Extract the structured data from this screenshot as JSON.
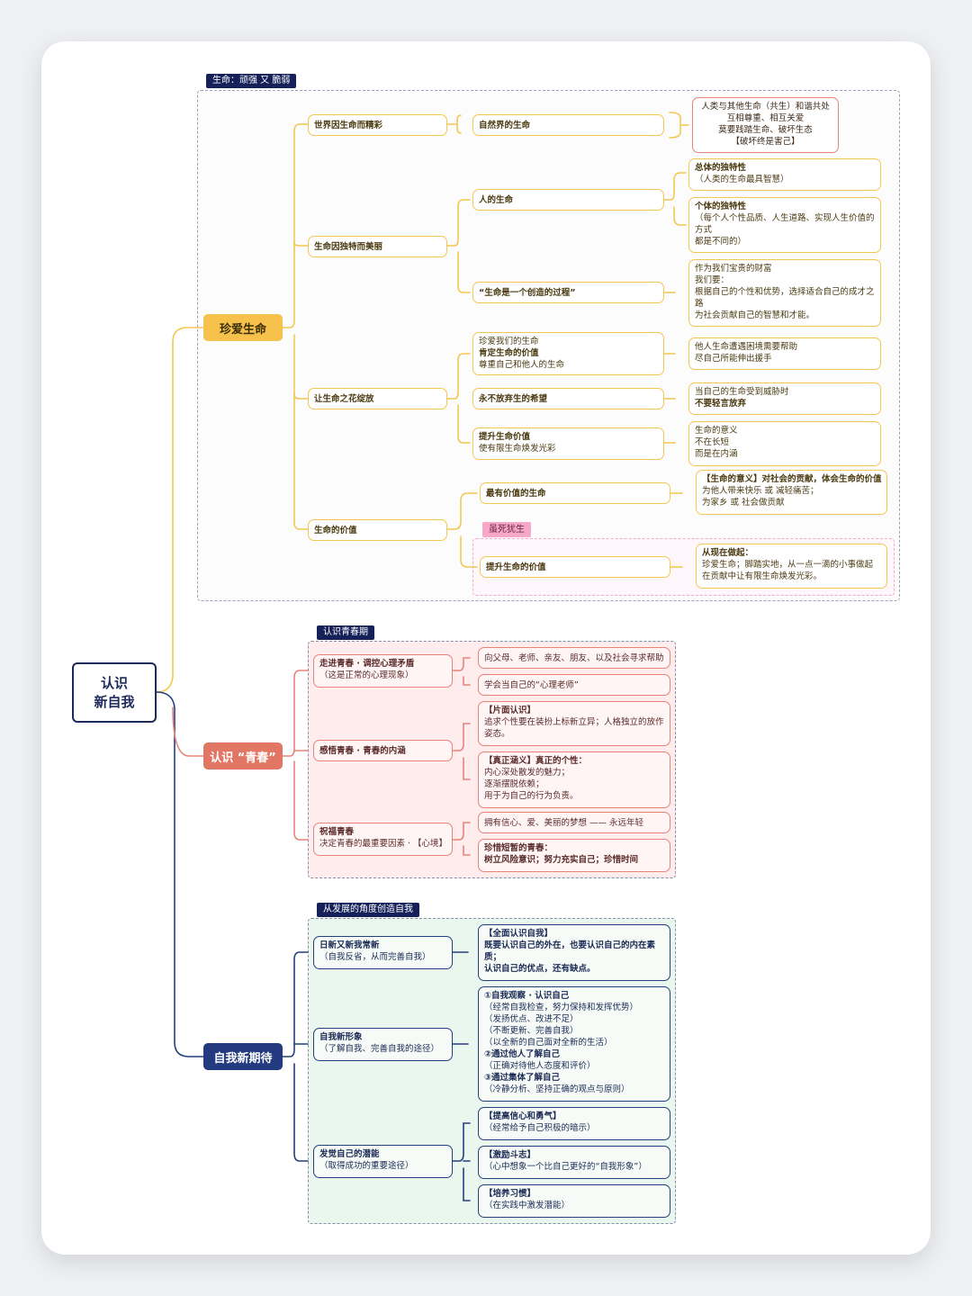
{
  "root": {
    "line1": "认识",
    "line2": "新自我"
  },
  "colors": {
    "yellow": "#f4c750",
    "salmon": "#e8837a",
    "navy": "#243f7e",
    "pink": "#f7a8c8"
  },
  "s1": {
    "title": "珍爱生命",
    "region_tag": "生命：顽强 又 脆弱",
    "b1": {
      "label": "世界因生命而精彩",
      "sub": "自然界的生命",
      "note": [
        "人类与其他生命（共生）和谐共处",
        "互相尊重、相互关爱",
        "莫要践踏生命、破坏生态",
        "【破坏终是害己】"
      ]
    },
    "b2": {
      "label": "生命因独特而美丽",
      "c1": {
        "label": "人的生命",
        "n1": [
          "总体的独特性",
          "（人类的生命最具智慧）"
        ],
        "n2": [
          "个体的独特性",
          "（每个人个性品质、人生道路、实现人生价值的",
          "方式",
          "都是不同的）"
        ]
      },
      "c2": {
        "label": "“生命是一个创造的过程”",
        "n1": [
          "作为我们宝贵的财富",
          "我们要：",
          "根据自己的个性和优势，选择适合自己的成才之",
          "路",
          "为社会贡献自己的智慧和才能。"
        ]
      }
    },
    "b3": {
      "label": "让生命之花绽放",
      "c1": {
        "lines": [
          "珍爱我们的生命",
          "肯定生命的价值",
          "尊重自己和他人的生命"
        ],
        "note": [
          "他人生命遭遇困境需要帮助",
          "尽自己所能伸出援手"
        ]
      },
      "c2": {
        "label": "永不放弃生的希望",
        "note": [
          "当自己的生命受到威胁时",
          "不要轻言放弃"
        ]
      },
      "c3": {
        "lines": [
          "提升生命价值",
          "使有限生命焕发光彩"
        ],
        "note": [
          "生命的意义",
          "不在长短",
          "而是在内涵"
        ]
      }
    },
    "b4": {
      "label": "生命的价值",
      "c1": {
        "label": "最有价值的生命",
        "note": [
          "【生命的意义】对社会的贡献，体会生命的价值",
          "为他人带来快乐 或 减轻痛苦；",
          "为家乡 或 社会做贡献"
        ]
      },
      "tag": "虽死犹生",
      "c2": {
        "label": "提升生命的价值",
        "note": [
          "从现在做起：",
          "珍爱生命；脚踏实地，从一点一滴的小事做起",
          "在贡献中让有限生命焕发光彩。"
        ]
      }
    }
  },
  "s2": {
    "title": "认识 “青春”",
    "region_tag": "认识青春期",
    "b1": {
      "lines": [
        "走进青春 · 调控心理矛盾",
        "（这是正常的心理现象）"
      ],
      "n1": "向父母、老师、亲友、朋友、以及社会寻求帮助",
      "n2": "学会当自己的“心理老师”"
    },
    "b2": {
      "label": "感悟青春 · 青春的内涵",
      "n1": [
        "【片面认识】",
        "追求个性要在装扮上标新立异；人格独立的放作",
        "姿态。"
      ],
      "n2": [
        "【真正涵义】真正的个性：",
        "内心深处散发的魅力；",
        "逐渐摆脱依赖；",
        "用于为自己的行为负责。"
      ]
    },
    "b3": {
      "lines": [
        "祝福青春",
        "决定青春的最重要因素 · 【心境】"
      ],
      "n1": "拥有信心、爱、美丽的梦想 —— 永远年轻",
      "n2": [
        "珍惜短暂的青春：",
        "树立风险意识；努力充实自己；珍惜时间"
      ]
    }
  },
  "s3": {
    "title": "自我新期待",
    "region_tag": "从发展的角度创造自我",
    "b1": {
      "lines": [
        "日新又新我常新",
        "（自我反省，从而完善自我）"
      ],
      "note": [
        "【全面认识自我】",
        "既要认识自己的外在，也要认识自己的内在素",
        "质；",
        "认识自己的优点，还有缺点。"
      ]
    },
    "b2": {
      "lines": [
        "自我新形象",
        "（了解自我、完善自我的途径）"
      ],
      "note": [
        "①自我观察 · 认识自己",
        "（经常自我检查，努力保持和发挥优势）",
        "（发扬优点、改进不足）",
        "（不断更新、完善自我）",
        "（以全新的自己面对全新的生活）",
        "②通过他人了解自己",
        "（正确对待他人态度和评价）",
        "③通过集体了解自己",
        "（冷静分析、坚持正确的观点与原则）"
      ]
    },
    "b3": {
      "lines": [
        "发觉自己的潜能",
        "（取得成功的重要途径）"
      ],
      "n1": [
        "【提高信心和勇气】",
        "（经常给予自己积极的暗示）"
      ],
      "n2": [
        "【激励斗志】",
        "（心中想象一个比自己更好的“自我形象”）"
      ],
      "n3": [
        "【培养习惯】",
        "（在实践中激发潜能）"
      ]
    }
  }
}
